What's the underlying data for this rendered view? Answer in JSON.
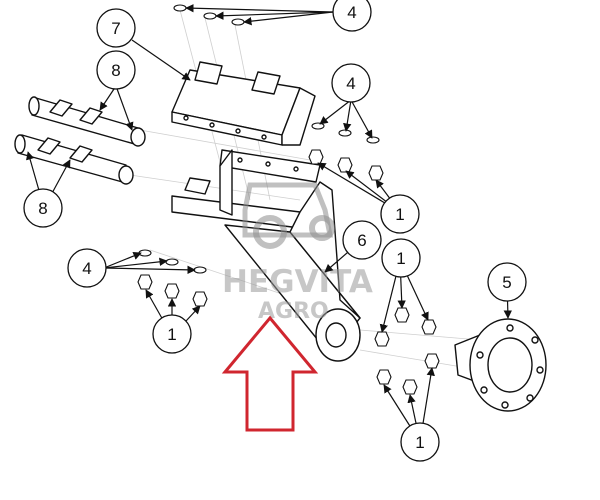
{
  "callouts": [
    {
      "label": "4"
    },
    {
      "label": "7"
    },
    {
      "label": "8"
    },
    {
      "label": "4"
    },
    {
      "label": "1"
    },
    {
      "label": "8"
    },
    {
      "label": "6"
    },
    {
      "label": "1"
    },
    {
      "label": "4"
    },
    {
      "label": "5"
    },
    {
      "label": "1"
    },
    {
      "label": "1"
    }
  ],
  "watermark": {
    "line1": "HEGVITA",
    "line2": "AGRO",
    "color": "#9a9a9a"
  },
  "arrow": {
    "color": "#d0262f"
  }
}
